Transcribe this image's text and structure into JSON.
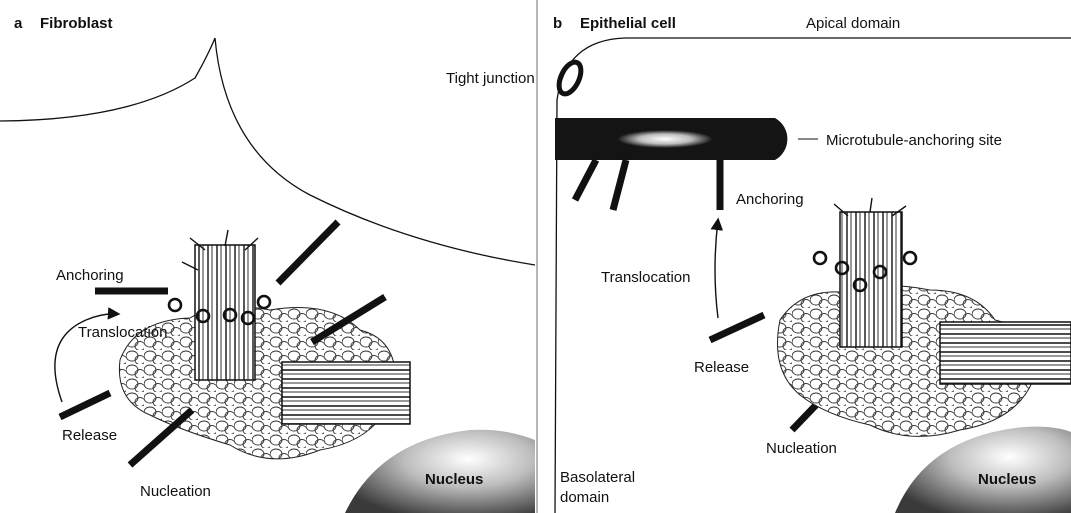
{
  "panel_a": {
    "letter": "a",
    "title": "Fibroblast",
    "labels": {
      "anchoring": "Anchoring",
      "translocation": "Translocation",
      "release": "Release",
      "nucleation": "Nucleation",
      "nucleus": "Nucleus"
    }
  },
  "panel_b": {
    "letter": "b",
    "title": "Epithelial cell",
    "labels": {
      "apical": "Apical domain",
      "tight_junction": "Tight junction",
      "anchoring_site": "Microtubule-anchoring site",
      "anchoring": "Anchoring",
      "translocation": "Translocation",
      "release": "Release",
      "nucleation": "Nucleation",
      "nucleus": "Nucleus",
      "basolateral_1": "Basolateral",
      "basolateral_2": "domain"
    }
  }
}
